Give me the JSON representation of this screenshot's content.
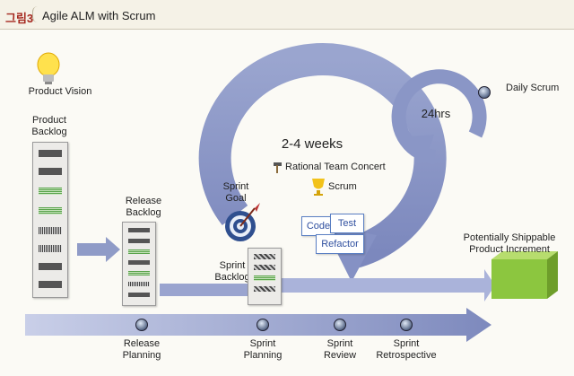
{
  "header": {
    "figure_number": "그림3",
    "title": "Agile ALM with Scrum"
  },
  "diagram": {
    "product_vision": "Product Vision",
    "product_backlog": [
      "Product",
      "Backlog"
    ],
    "release_backlog": [
      "Release",
      "Backlog"
    ],
    "sprint_goal": [
      "Sprint",
      "Goal"
    ],
    "sprint_backlog": [
      "Sprint",
      "Backlog"
    ],
    "sprint_duration": "2-4 weeks",
    "rational_team_concert": "Rational Team Concert",
    "scrum": "Scrum",
    "daily_cycle": "24hrs",
    "daily_scrum": "Daily Scrum",
    "notes": {
      "code": "Code",
      "test": "Test",
      "refactor": "Refactor"
    },
    "increment": [
      "Potentially Shippable",
      "Product Increment"
    ],
    "timeline": [
      {
        "line1": "Release",
        "line2": "Planning"
      },
      {
        "line1": "Sprint",
        "line2": "Planning"
      },
      {
        "line1": "Sprint",
        "line2": "Review"
      },
      {
        "line1": "Sprint",
        "line2": "Retrospective"
      }
    ],
    "colors": {
      "arrow": "#8f9bc7",
      "arrow_light": "#c3cae6",
      "accent": "#a5281f",
      "increment": "#8cc63f"
    }
  }
}
